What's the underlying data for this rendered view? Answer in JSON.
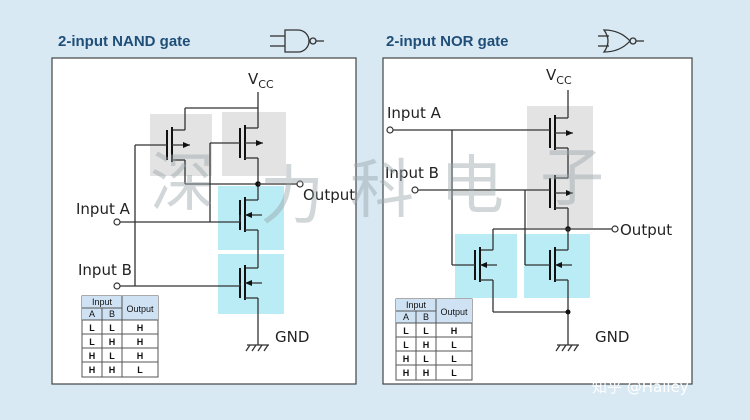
{
  "nand": {
    "title": "2-input NAND gate",
    "vcc": "V",
    "vcc_sub": "CC",
    "input_a": "Input A",
    "input_b": "Input B",
    "output": "Output",
    "gnd": "GND",
    "table": {
      "header_input": "Input",
      "header_output": "Output",
      "col_a": "A",
      "col_b": "B",
      "rows": [
        [
          "L",
          "L",
          "H"
        ],
        [
          "L",
          "H",
          "H"
        ],
        [
          "H",
          "L",
          "H"
        ],
        [
          "H",
          "H",
          "L"
        ]
      ]
    }
  },
  "nor": {
    "title": "2-input NOR gate",
    "vcc": "V",
    "vcc_sub": "CC",
    "input_a": "Input A",
    "input_b": "Input B",
    "output": "Output",
    "gnd": "GND",
    "table": {
      "header_input": "Input",
      "header_output": "Output",
      "col_a": "A",
      "col_b": "B",
      "rows": [
        [
          "L",
          "L",
          "H"
        ],
        [
          "L",
          "H",
          "L"
        ],
        [
          "H",
          "L",
          "L"
        ],
        [
          "H",
          "H",
          "L"
        ]
      ]
    }
  },
  "watermark": {
    "chars": [
      "深",
      "力",
      "科",
      "电",
      "子"
    ]
  },
  "credit": "知乎 @Hailey",
  "colors": {
    "background": "#d8e9f3",
    "pmos_highlight": "#e3e3e3",
    "nmos_highlight": "#b9ecf4",
    "title": "#1f4e79",
    "table_header": "#cfe2f3"
  }
}
